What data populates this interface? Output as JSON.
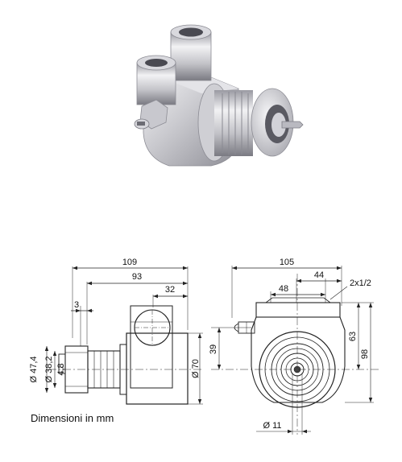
{
  "caption": "Dimensioni in mm",
  "side_view": {
    "dim_length_total": "109",
    "dim_length_body": "93",
    "dim_port_offset": "32",
    "dim_shaft_step": "3",
    "dim_flange_dia": "Ø 47,4",
    "dim_hub_dia": "Ø 38,2",
    "dim_bore_dia": "4,8",
    "dim_body_dia": "Ø 70"
  },
  "front_view": {
    "dim_width": "105",
    "dim_port_spacing": "48",
    "dim_port_offset": "44",
    "dim_thread": "2x1/2",
    "dim_axis_height": "39",
    "dim_body_height": "63",
    "dim_total_height": "98",
    "dim_shaft_dia": "Ø 11"
  },
  "colors": {
    "line": "#222222",
    "steel_light": "#e9e9eb",
    "steel_mid": "#bdbdc2",
    "steel_dark": "#7c7c84"
  }
}
